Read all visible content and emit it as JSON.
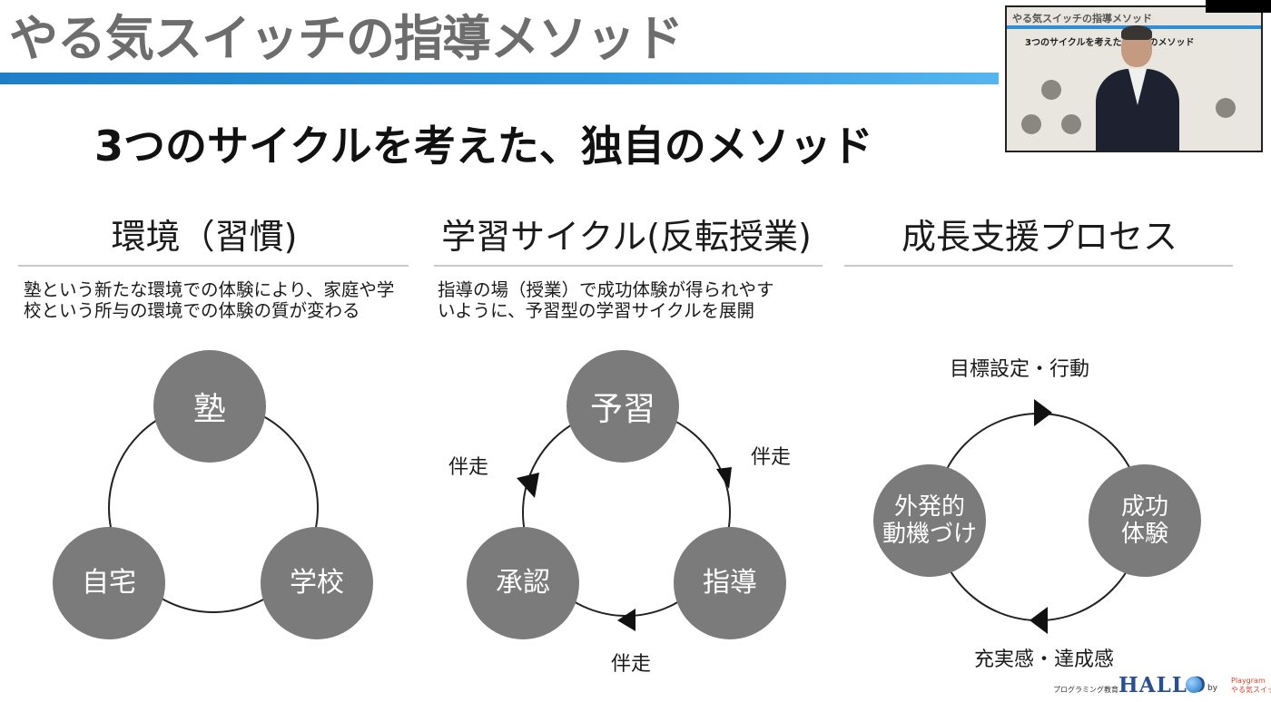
{
  "slide": {
    "title": "やる気スイッチの指導メソッド",
    "subtitle": "3つのサイクルを考えた、独自のメソッド",
    "accent_color": "#2e8fd6",
    "node_color": "#7b7b7b"
  },
  "columns": [
    {
      "title": "環境（習慣)",
      "desc_lines": [
        "塾という新たな環境での体験により、家庭や学",
        "校という所与の環境での体験の質が変わる"
      ],
      "nodes": [
        "塾",
        "自宅",
        "学校"
      ]
    },
    {
      "title": "学習サイクル(反転授業)",
      "desc_lines": [
        "指導の場（授業）で成功体験が得られやす",
        "いように、予習型の学習サイクルを展開"
      ],
      "nodes": [
        "予習",
        "指導",
        "承認"
      ],
      "arrow_label": "伴走"
    },
    {
      "title": "成長支援プロセス",
      "nodes": [
        {
          "lines": [
            "外発的",
            "動機づけ"
          ]
        },
        {
          "lines": [
            "成功",
            "体験"
          ]
        }
      ],
      "top_label": "目標設定・行動",
      "bottom_label": "充実感・達成感"
    }
  ],
  "pip_preview": {
    "title": "やる気スイッチの指導メソッド",
    "subtitle": "3つのサイクルを考えた、独自のメソッド"
  },
  "logo": {
    "small": "プログラミング教育",
    "name": "HALLO",
    "by": "by",
    "brand_top": "Playgram",
    "brand_bottom": "やる気スイッチ"
  }
}
